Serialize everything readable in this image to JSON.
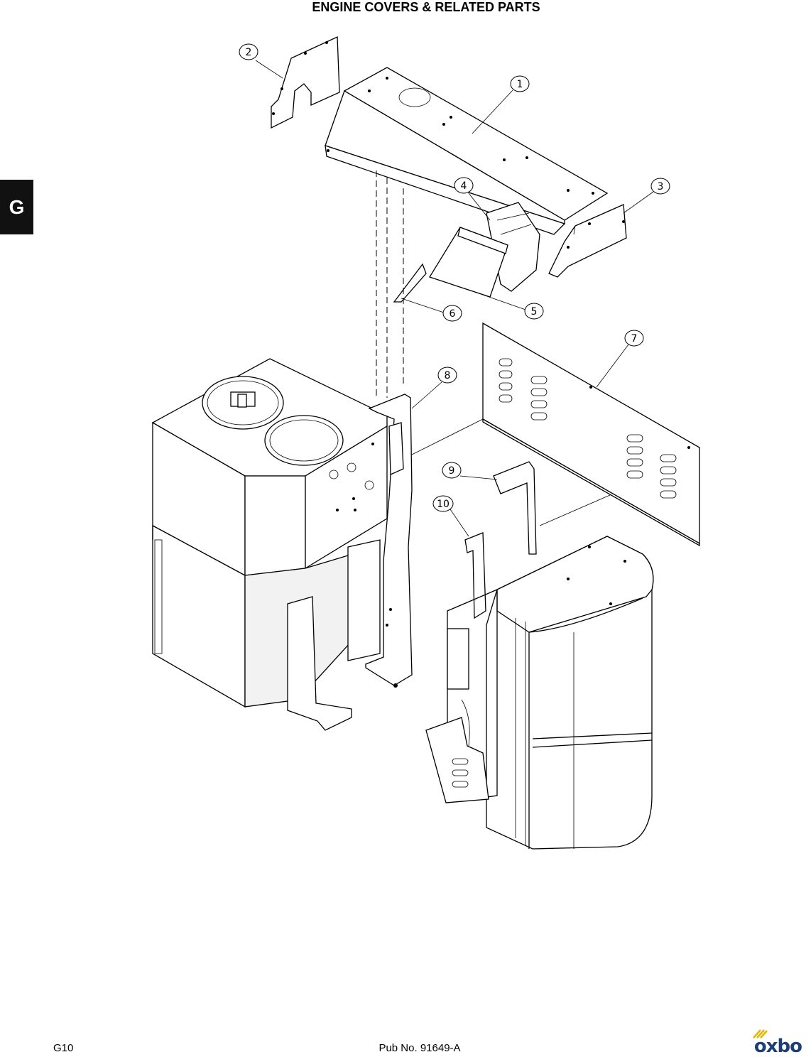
{
  "title": "ENGINE COVERS & RELATED PARTS",
  "section_tab": "G",
  "footer": {
    "page_number": "G10",
    "publication": "Pub No. 91649-A"
  },
  "logo": {
    "text": "oxbo",
    "accent_color": "#e3b400",
    "brand_color": "#1c3f78"
  },
  "callouts": [
    "1",
    "2",
    "3",
    "4",
    "5",
    "6",
    "7",
    "8",
    "9",
    "10"
  ]
}
